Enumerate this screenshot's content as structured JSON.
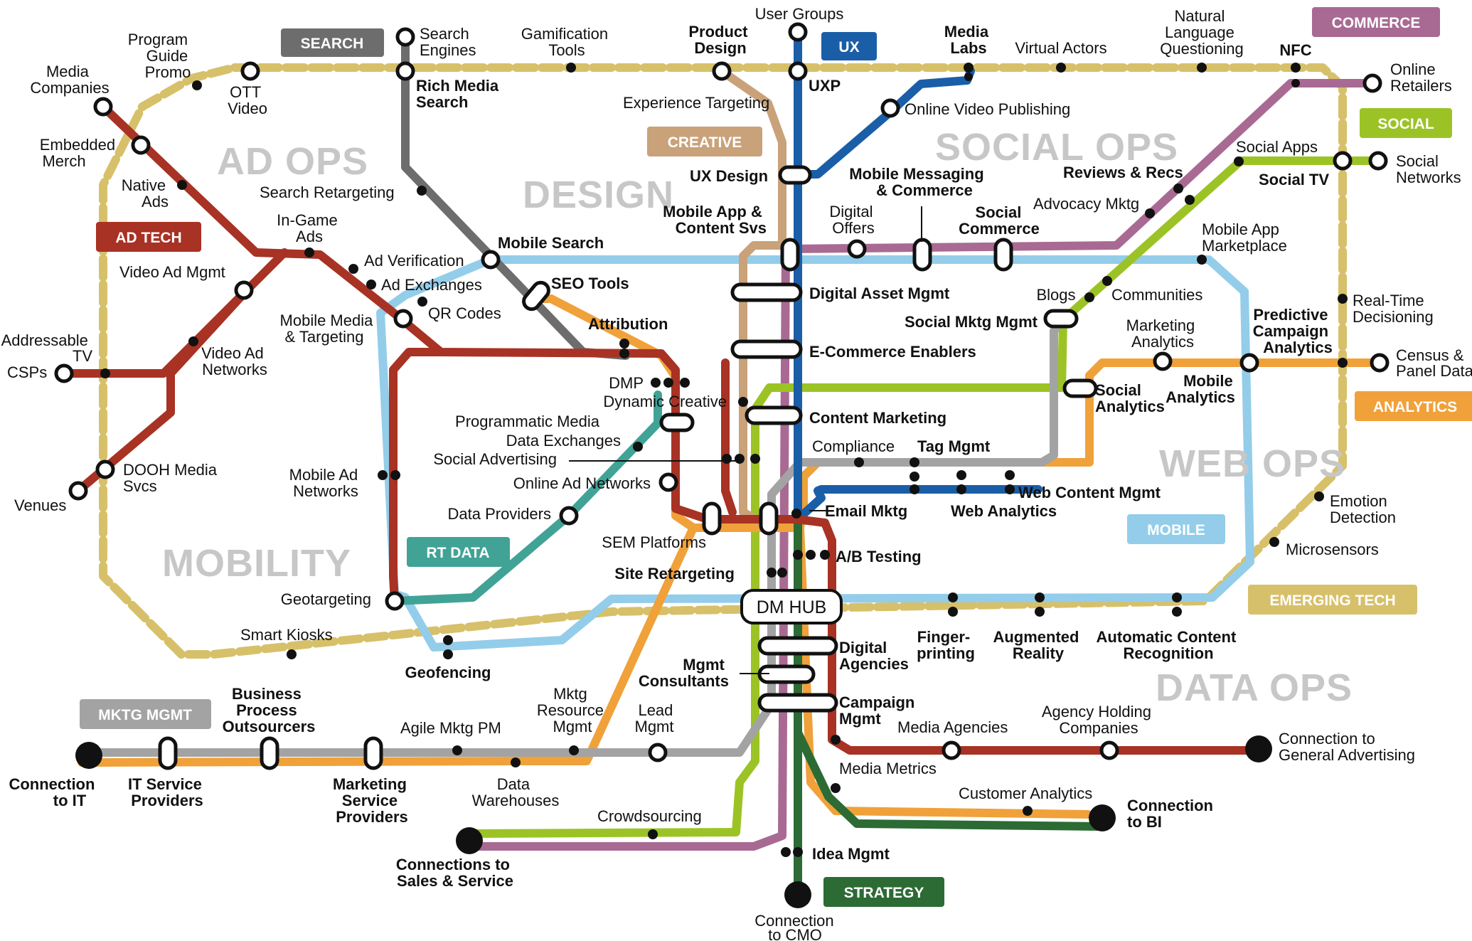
{
  "colors": {
    "ad_tech": "#a83224",
    "search": "#6d6d6d",
    "creative": "#c9a27a",
    "ux": "#1a5ea8",
    "commerce": "#a86a93",
    "social": "#9cc325",
    "analytics": "#f0a13a",
    "mobile": "#93cdea",
    "rt_data": "#40a396",
    "mktg_mgmt": "#a3a3a3",
    "strategy": "#2c6b34",
    "emerging_tech": "#d7c06a",
    "zone_text": "#c7c7c7"
  },
  "zones": {
    "ad_ops": "AD OPS",
    "design": "DESIGN",
    "social_ops": "SOCIAL OPS",
    "web_ops": "WEB OPS",
    "mobility": "MOBILITY",
    "data_ops": "DATA OPS"
  },
  "tags": {
    "search": "SEARCH",
    "ux": "UX",
    "commerce": "COMMERCE",
    "creative": "CREATIVE",
    "social": "SOCIAL",
    "ad_tech": "AD TECH",
    "analytics": "ANALYTICS",
    "mobile": "MOBILE",
    "rt_data": "RT DATA",
    "emerging_tech": "EMERGING TECH",
    "mktg_mgmt": "MKTG MGMT",
    "strategy": "STRATEGY"
  },
  "hub": "DM HUB",
  "stations": {
    "program_guide_promo": [
      "Program",
      "Guide",
      "Promo"
    ],
    "media_companies": [
      "Media",
      "Companies"
    ],
    "ott_video": [
      "OTT",
      "Video"
    ],
    "search_engines": [
      "Search",
      "Engines"
    ],
    "rich_media_search": [
      "Rich Media",
      "Search"
    ],
    "gamification_tools": [
      "Gamification",
      "Tools"
    ],
    "product_design": [
      "Product",
      "Design"
    ],
    "user_groups": "User Groups",
    "uxp": "UXP",
    "media_labs": [
      "Media",
      "Labs"
    ],
    "virtual_actors": "Virtual Actors",
    "natural_language": [
      "Natural",
      "Language",
      "Questioning"
    ],
    "nfc": "NFC",
    "online_retailers": [
      "Online",
      "Retailers"
    ],
    "experience_targeting": "Experience Targeting",
    "online_video_publishing": "Online Video Publishing",
    "embedded_merch": [
      "Embedded",
      "Merch"
    ],
    "native_ads": [
      "Native",
      "Ads"
    ],
    "search_retargeting": "Search Retargeting",
    "ux_design": "UX Design",
    "mobile_messaging": [
      "Mobile Messaging",
      "& Commerce"
    ],
    "reviews_recs": "Reviews & Recs",
    "social_apps": "Social Apps",
    "social_tv": "Social TV",
    "social_networks": [
      "Social",
      "Networks"
    ],
    "advocacy_mktg": "Advocacy Mktg",
    "mobile_app_content": [
      "Mobile App &",
      "Content Svs"
    ],
    "digital_offers": [
      "Digital",
      "Offers"
    ],
    "social_commerce": [
      "Social",
      "Commerce"
    ],
    "mobile_app_marketplace": [
      "Mobile App",
      "Marketplace"
    ],
    "in_game_ads": [
      "In-Game",
      "Ads"
    ],
    "video_ad_mgmt": "Video Ad Mgmt",
    "ad_verification": "Ad Verification",
    "mobile_search": "Mobile Search",
    "ad_exchanges": "Ad Exchanges",
    "seo_tools": "SEO Tools",
    "digital_asset_mgmt": "Digital Asset Mgmt",
    "blogs": "Blogs",
    "communities": "Communities",
    "real_time_decisioning": [
      "Real-Time",
      "Decisioning"
    ],
    "qr_codes": "QR Codes",
    "mobile_media_targeting": [
      "Mobile Media",
      "& Targeting"
    ],
    "attribution": "Attribution",
    "social_mktg_mgmt": "Social Mktg Mgmt",
    "marketing_analytics": [
      "Marketing",
      "Analytics"
    ],
    "predictive_campaign": [
      "Predictive",
      "Campaign",
      "Analytics"
    ],
    "addressable_tv": [
      "Addressable",
      "TV"
    ],
    "csps": "CSPs",
    "video_ad_networks": [
      "Video Ad",
      "Networks"
    ],
    "e_commerce_enablers": "E-Commerce Enablers",
    "census_panel": [
      "Census &",
      "Panel Data"
    ],
    "dmp": "DMP",
    "dynamic_creative": "Dynamic Creative",
    "social_analytics": [
      "Social",
      "Analytics"
    ],
    "mobile_analytics": [
      "Mobile",
      "Analytics"
    ],
    "programmatic_media": "Programmatic Media",
    "content_marketing": "Content Marketing",
    "data_exchanges": "Data Exchanges",
    "compliance": "Compliance",
    "tag_mgmt": "Tag Mgmt",
    "social_advertising": "Social Advertising",
    "dooh_media": [
      "DOOH Media",
      "Svcs"
    ],
    "venues": "Venues",
    "mobile_ad_networks": [
      "Mobile Ad",
      "Networks"
    ],
    "online_ad_networks": "Online Ad Networks",
    "web_content_mgmt": "Web Content Mgmt",
    "emotion_detection": [
      "Emotion",
      "Detection"
    ],
    "data_providers": "Data Providers",
    "email_mktg": "Email Mktg",
    "web_analytics": "Web Analytics",
    "sem_platforms": "SEM Platforms",
    "microsensors": "Microsensors",
    "ab_testing": "A/B Testing",
    "site_retargeting": "Site Retargeting",
    "geotargeting": "Geotargeting",
    "smart_kiosks": "Smart Kiosks",
    "fingerprinting": [
      "Finger-",
      "printing"
    ],
    "augmented_reality": [
      "Augmented",
      "Reality"
    ],
    "automatic_content": [
      "Automatic Content",
      "Recognition"
    ],
    "digital_agencies": [
      "Digital",
      "Agencies"
    ],
    "geofencing": "Geofencing",
    "mgmt_consultants": [
      "Mgmt",
      "Consultants"
    ],
    "business_process": [
      "Business",
      "Process",
      "Outsourcers"
    ],
    "mktg_resource": [
      "Mktg",
      "Resource",
      "Mgmt"
    ],
    "lead_mgmt": [
      "Lead",
      "Mgmt"
    ],
    "agile_mktg_pm": "Agile Mktg PM",
    "campaign_mgmt": [
      "Campaign",
      "Mgmt"
    ],
    "media_agencies": "Media Agencies",
    "agency_holding": [
      "Agency Holding",
      "Companies"
    ],
    "connection_general_advertising": [
      "Connection to",
      "General Advertising"
    ],
    "connection_to_it": [
      "Connection",
      "to IT"
    ],
    "it_service_providers": [
      "IT Service",
      "Providers"
    ],
    "marketing_service_providers": [
      "Marketing",
      "Service",
      "Providers"
    ],
    "data_warehouses": [
      "Data",
      "Warehouses"
    ],
    "media_metrics": "Media Metrics",
    "customer_analytics": "Customer Analytics",
    "connection_to_bi": [
      "Connection",
      "to BI"
    ],
    "crowdsourcing": "Crowdsourcing",
    "connections_sales_service": [
      "Connections to",
      "Sales & Service"
    ],
    "idea_mgmt": "Idea Mgmt",
    "connection_to_cmo": [
      "Connection",
      "to CMO"
    ]
  }
}
